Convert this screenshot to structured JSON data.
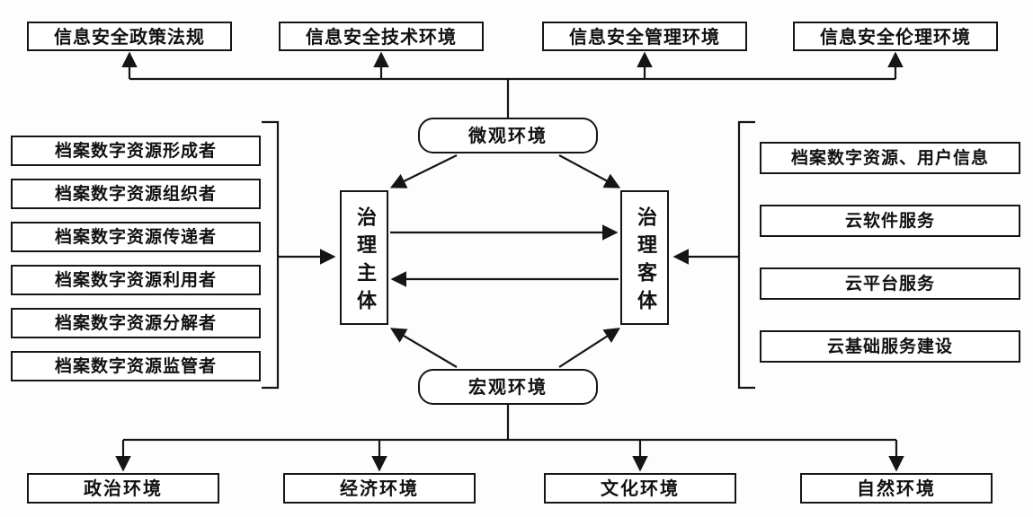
{
  "colors": {
    "line": "#151515",
    "box_fill": "#ffffff",
    "background": "#fdfdfd",
    "text": "#111111"
  },
  "top_boxes": [
    "信息安全政策法规",
    "信息安全技术环境",
    "信息安全管理环境",
    "信息安全伦理环境"
  ],
  "center": {
    "micro_env": "微观环境",
    "macro_env": "宏观环境",
    "subject": "治理主体",
    "object": "治理客体"
  },
  "left_boxes": [
    "档案数字资源形成者",
    "档案数字资源组织者",
    "档案数字资源传递者",
    "档案数字资源利用者",
    "档案数字资源分解者",
    "档案数字资源监管者"
  ],
  "right_boxes": [
    "档案数字资源、用户信息",
    "云软件服务",
    "云平台服务",
    "云基础服务建设"
  ],
  "bottom_boxes": [
    "政治环境",
    "经济环境",
    "文化环境",
    "自然环境"
  ]
}
